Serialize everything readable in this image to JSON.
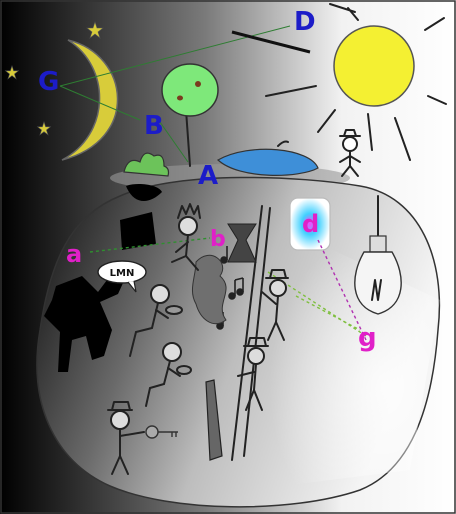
{
  "labels": {
    "A": "A",
    "B": "B",
    "D": "D",
    "G": "G",
    "a": "a",
    "b": "b",
    "d": "d",
    "g": "g"
  },
  "speech_bubble": "LMN",
  "colors": {
    "capital_labels": "#1c1cc8",
    "lowercase_labels": "#e020c8",
    "sun": "#f4f032",
    "moon": "#d8cc3a",
    "water": "#3e8fd8",
    "tree_crown": "#7ee87a",
    "bush": "#6cc35a"
  },
  "icons": [
    "sun-icon",
    "moon-icon",
    "tree-icon",
    "light-bulb-icon",
    "key-icon",
    "stick-figure-icon"
  ]
}
